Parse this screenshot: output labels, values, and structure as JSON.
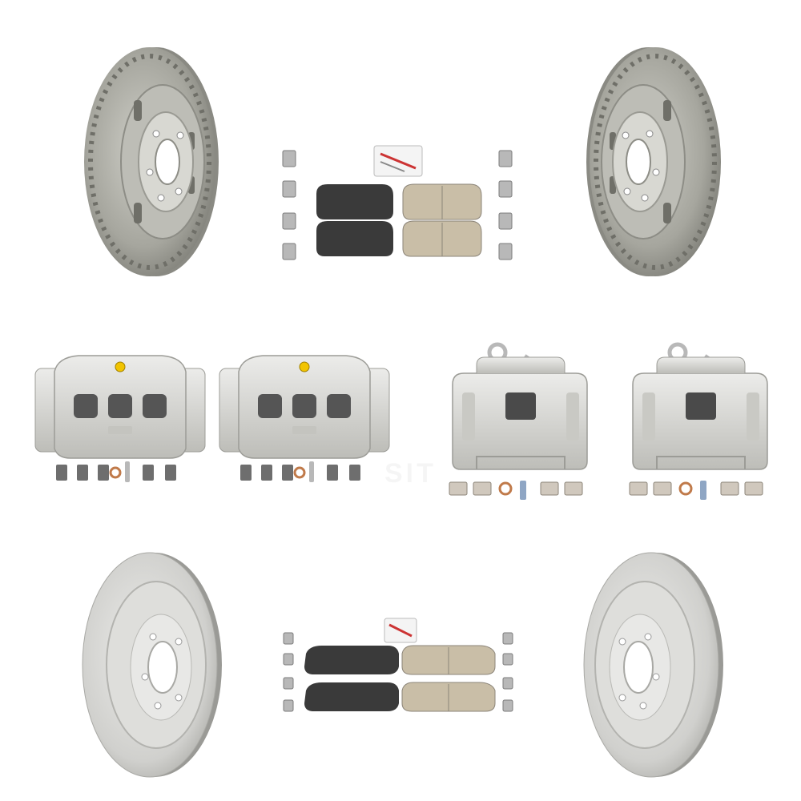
{
  "scene": {
    "background_color": "#ffffff",
    "watermark_text": "SIT",
    "colors": {
      "rotor_face": "#a8a89f",
      "rotor_dark": "#6f6f68",
      "rotor_coated": "#cfcfcc",
      "caliper_body": "#d7d7d2",
      "caliper_shadow": "#9c9c97",
      "pad_semi_metallic": "#3a3a3a",
      "pad_ceramic": "#c9bea7",
      "hardware_clip": "#b8b8b8",
      "bleeder_cap": "#f2c400",
      "washer_copper": "#c07a4a"
    },
    "parts": [
      {
        "id": "front-rotor-left",
        "kind": "slotted-rotor",
        "icon": "brake-rotor-icon"
      },
      {
        "id": "front-pads",
        "kind": "brake-pad-set",
        "icon": "brake-pad-icon"
      },
      {
        "id": "front-rotor-right",
        "kind": "slotted-rotor",
        "icon": "brake-rotor-icon"
      },
      {
        "id": "front-caliper-1",
        "kind": "front-caliper",
        "icon": "brake-caliper-icon"
      },
      {
        "id": "front-caliper-2",
        "kind": "front-caliper",
        "icon": "brake-caliper-icon"
      },
      {
        "id": "rear-caliper-1",
        "kind": "rear-caliper",
        "icon": "brake-caliper-icon"
      },
      {
        "id": "rear-caliper-2",
        "kind": "rear-caliper",
        "icon": "brake-caliper-icon"
      },
      {
        "id": "rear-rotor-left",
        "kind": "coated-rotor",
        "icon": "brake-rotor-icon"
      },
      {
        "id": "rear-pads",
        "kind": "brake-pad-set",
        "icon": "brake-pad-icon"
      },
      {
        "id": "rear-rotor-right",
        "kind": "coated-rotor",
        "icon": "brake-rotor-icon"
      }
    ]
  }
}
